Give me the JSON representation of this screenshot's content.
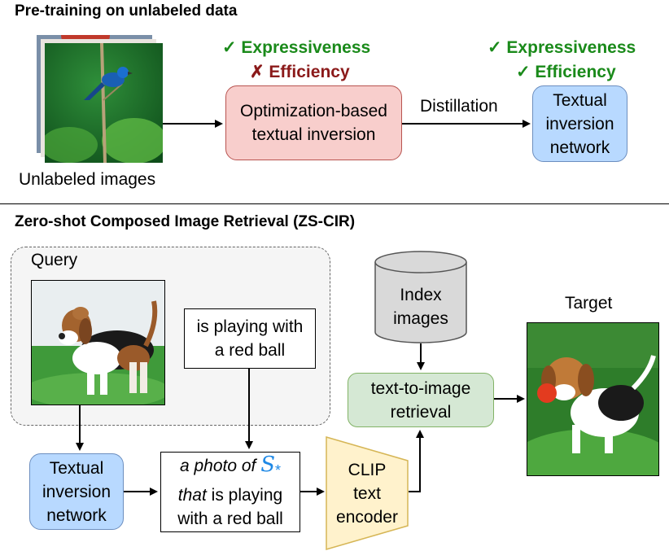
{
  "top": {
    "title": "Pre-training on unlabeled data",
    "images_label": "Unlabeled images",
    "left_checks": {
      "expressiveness": "✓ Expressiveness",
      "efficiency": "✗ Efficiency"
    },
    "right_checks": {
      "expressiveness": "✓ Expressiveness",
      "efficiency": "✓ Efficiency"
    },
    "optim_box": [
      "Optimization-based",
      "textual inversion"
    ],
    "distillation": "Distillation",
    "network_box": [
      "Textual",
      "inversion",
      "network"
    ]
  },
  "bottom": {
    "title": "Zero-shot Composed Image Retrieval (ZS-CIR)",
    "query_label": "Query",
    "caption_box": [
      "is playing with",
      "a red ball"
    ],
    "network_box": [
      "Textual",
      "inversion",
      "network"
    ],
    "prompt": {
      "italic_a": "a photo of",
      "symbol": "S",
      "subscript": "*",
      "italic_b": "that",
      "rest_b": " is playing",
      "line_c": "with a red ball"
    },
    "clip_box": [
      "CLIP",
      "text",
      "encoder"
    ],
    "index_box": [
      "Index",
      "images"
    ],
    "retrieval_box": [
      "text-to-image",
      "retrieval"
    ],
    "target_label": "Target"
  },
  "colors": {
    "green_text": "#1a8a1a",
    "red_text": "#8b1a1a",
    "red_box_fill": "#f8cecc",
    "red_box_border": "#b85450",
    "blue_box_fill": "#b8d9ff",
    "blue_box_border": "#6c8ebf",
    "green_box_fill": "#d5e8d4",
    "green_box_border": "#82b366",
    "yellow_fill": "#fff2cc",
    "yellow_border": "#d6b656",
    "cylinder_fill": "#d9d9d9",
    "symbol_blue": "#1e88e5"
  }
}
